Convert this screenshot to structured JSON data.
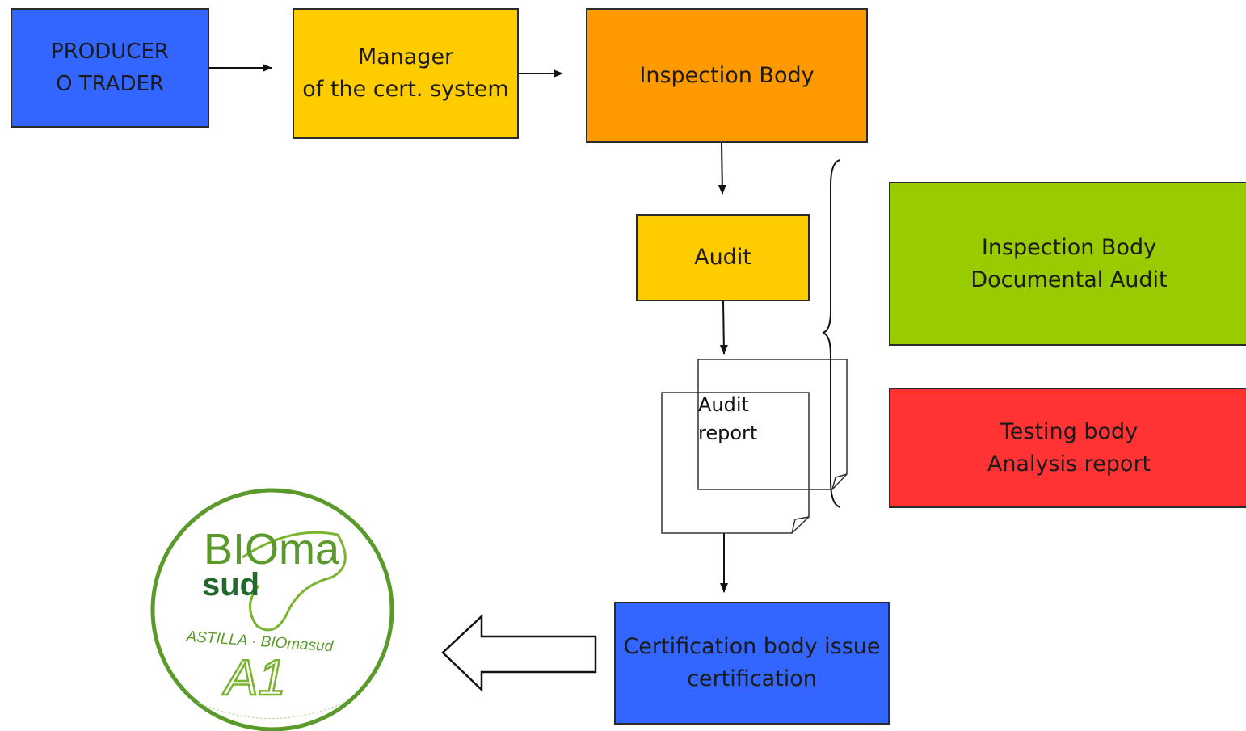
{
  "nodes": {
    "producer": {
      "line1": "PRODUCER",
      "line2": "O TRADER"
    },
    "manager": {
      "line1": "Manager",
      "line2": "of the cert. system"
    },
    "inspection_body": {
      "label": "Inspection Body"
    },
    "audit": {
      "label": "Audit"
    },
    "audit_report": {
      "line1": "Audit",
      "line2": "report"
    },
    "inspection_documental": {
      "line1": "Inspection Body",
      "line2": "Documental Audit"
    },
    "testing_body": {
      "line1": "Testing body",
      "line2": "Analysis report"
    },
    "certification": {
      "line1": "Certification body issue",
      "line2": "certification"
    }
  },
  "logo": {
    "brand_top": "BIOma",
    "brand_bottom": "sud",
    "product_line": "ASTILLA · BIOmasud",
    "grade": "A1"
  },
  "colors": {
    "blue": "#3366ff",
    "yellow": "#ffcc00",
    "orange": "#ff9900",
    "green": "#99cc00",
    "red": "#ff3333",
    "logo_green": "#5a9a2a",
    "logo_dark_green": "#1f6b2a"
  }
}
